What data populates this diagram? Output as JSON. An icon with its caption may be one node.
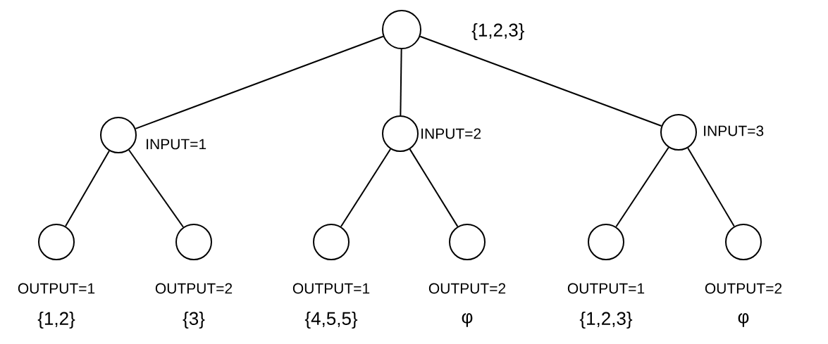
{
  "diagram": {
    "nodes": [
      {
        "text": [],
        "shape": "circle",
        "beside": [
          "{1,2,3}"
        ]
      },
      {
        "text": [],
        "shape": "circle",
        "beside": [
          "INPUT=1"
        ]
      },
      {
        "text": [],
        "shape": "circle",
        "beside": [
          "INPUT=2"
        ]
      },
      {
        "text": [],
        "shape": "circle",
        "beside": [
          "INPUT=3"
        ]
      },
      {
        "text": [],
        "shape": "circle",
        "beside": [
          "OUTPUT=1",
          "{1,2}"
        ]
      },
      {
        "text": [],
        "shape": "circle",
        "beside": [
          "OUTPUT=2",
          "{3}"
        ]
      },
      {
        "text": [],
        "shape": "circle",
        "beside": [
          "OUTPUT=1",
          "{4,5,5}"
        ]
      },
      {
        "text": [],
        "shape": "circle",
        "beside": [
          "OUTPUT=2",
          "φ"
        ]
      },
      {
        "text": [],
        "shape": "circle",
        "beside": [
          "OUTPUT=1",
          "{1,2,3}"
        ]
      },
      {
        "text": [],
        "shape": "circle",
        "beside": [
          "OUTPUT=2",
          "φ"
        ]
      }
    ],
    "edges": [
      {
        "from": 0,
        "to": 1,
        "arrow": "none"
      },
      {
        "from": 0,
        "to": 2,
        "arrow": "none"
      },
      {
        "from": 0,
        "to": 3,
        "arrow": "none"
      },
      {
        "from": 1,
        "to": 4,
        "arrow": "none"
      },
      {
        "from": 1,
        "to": 5,
        "arrow": "none"
      },
      {
        "from": 2,
        "to": 6,
        "arrow": "none"
      },
      {
        "from": 2,
        "to": 7,
        "arrow": "none"
      },
      {
        "from": 3,
        "to": 8,
        "arrow": "none"
      },
      {
        "from": 3,
        "to": 9,
        "arrow": "none"
      }
    ]
  }
}
